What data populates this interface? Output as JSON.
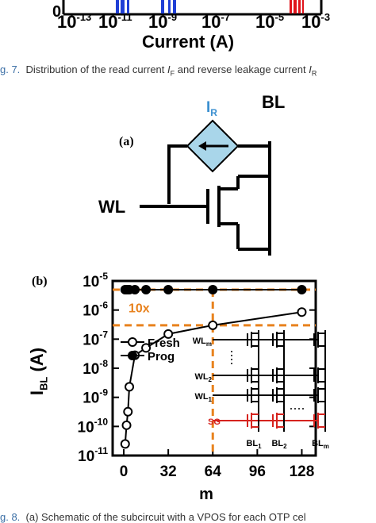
{
  "top_fig": {
    "x_ticks": [
      {
        "base": "10",
        "exp": "-13"
      },
      {
        "base": "10",
        "exp": "-11"
      },
      {
        "base": "10",
        "exp": "-9"
      },
      {
        "base": "10",
        "exp": "-7"
      },
      {
        "base": "10",
        "exp": "-5"
      },
      {
        "base": "10",
        "exp": "-3"
      }
    ],
    "y_tick_zero": "0",
    "x_label": "Current (A)",
    "colors": {
      "read": "#1f3fd6",
      "leak": "#e0141c"
    }
  },
  "caption7": {
    "prefix": "g. 7.",
    "text_a": "Distribution of the read current ",
    "sym_a": "I",
    "sub_a": "F",
    "text_b": " and reverse leakage current ",
    "sym_b": "I",
    "sub_b": "R"
  },
  "schematic": {
    "panel_label": "(a)",
    "ir_label": "I",
    "ir_sub": "R",
    "bl_label": "BL",
    "wl_label": "WL",
    "colors": {
      "diamond_fill": "#a9d6ea",
      "ir_text": "#3a8fd0"
    }
  },
  "chart_data": {
    "type": "scatter",
    "panel_label": "(b)",
    "xlabel": "m",
    "ylabel": "I_BL (A)",
    "ylabel_main": "I",
    "ylabel_sub": "BL",
    "ylabel_unit": "(A)",
    "yscale": "log",
    "ylim": [
      1e-11,
      1e-05
    ],
    "xlim": [
      -8,
      138
    ],
    "x_ticks": [
      "0",
      "32",
      "64",
      "96",
      "128"
    ],
    "y_ticks": [
      {
        "base": "10",
        "exp": "-5"
      },
      {
        "base": "10",
        "exp": "-6"
      },
      {
        "base": "10",
        "exp": "-7"
      },
      {
        "base": "10",
        "exp": "-8"
      },
      {
        "base": "10",
        "exp": "-9"
      },
      {
        "base": "10",
        "exp": "-10"
      },
      {
        "base": "10",
        "exp": "-11"
      }
    ],
    "series": [
      {
        "name": "Fresh",
        "marker": "open-circle",
        "x": [
          1,
          2,
          3,
          4,
          8,
          16,
          32,
          64,
          128
        ],
        "y": [
          2.5e-11,
          1.1e-10,
          3.2e-10,
          2.3e-09,
          2.8e-08,
          5e-08,
          1.5e-07,
          3e-07,
          8.5e-07
        ]
      },
      {
        "name": "Prog",
        "marker": "filled-circle",
        "x": [
          1,
          2,
          3,
          4,
          8,
          16,
          32,
          64,
          128
        ],
        "y": [
          5e-06,
          5e-06,
          5e-06,
          5e-06,
          5e-06,
          5e-06,
          5e-06,
          5e-06,
          5e-06
        ]
      }
    ],
    "annotation": "10x",
    "ref_lines": {
      "y_high": 5e-06,
      "y_low": 3e-07,
      "x": 64
    },
    "ref_color": "#e8821e",
    "inset": {
      "row_labels": [
        {
          "base": "WL",
          "sub": "m"
        },
        {
          "base": "WL",
          "sub": "2"
        },
        {
          "base": "WL",
          "sub": "1"
        }
      ],
      "sg_label": "SG",
      "col_labels": [
        {
          "base": "BL",
          "sub": "1"
        },
        {
          "base": "BL",
          "sub": "2"
        },
        {
          "base": "BL",
          "sub": "m"
        }
      ],
      "sg_color": "#d6231e"
    }
  },
  "caption8": {
    "prefix": "g. 8.",
    "text": "(a) Schematic of the subcircuit with a VPOS for each OTP cel"
  }
}
